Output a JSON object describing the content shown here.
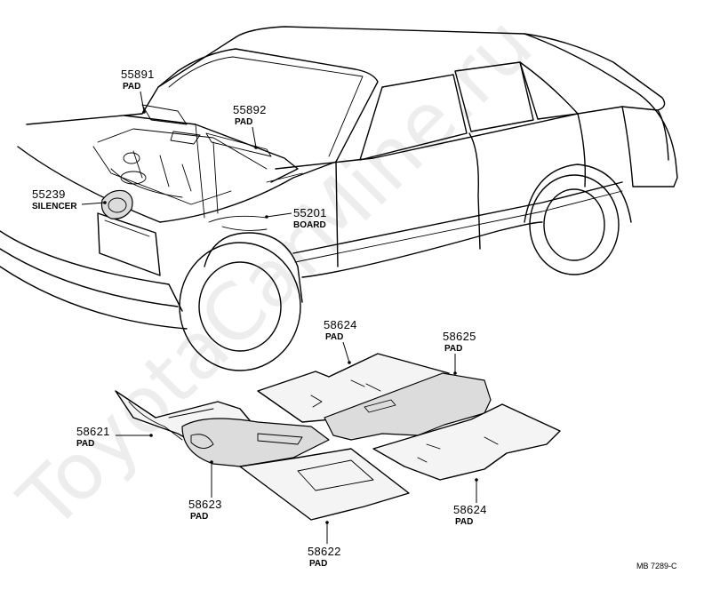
{
  "watermark": "ToyotaCarMine.ru",
  "reference_code": "MB 7289-C",
  "callouts": [
    {
      "id": "55891",
      "part_number": "55891",
      "name": "PAD"
    },
    {
      "id": "55892",
      "part_number": "55892",
      "name": "PAD"
    },
    {
      "id": "55239",
      "part_number": "55239",
      "name": "SILENCER"
    },
    {
      "id": "55201",
      "part_number": "55201",
      "name": "BOARD"
    },
    {
      "id": "58624a",
      "part_number": "58624",
      "name": "PAD"
    },
    {
      "id": "58625",
      "part_number": "58625",
      "name": "PAD"
    },
    {
      "id": "58621",
      "part_number": "58621",
      "name": "PAD"
    },
    {
      "id": "58623",
      "part_number": "58623",
      "name": "PAD"
    },
    {
      "id": "58624b",
      "part_number": "58624",
      "name": "PAD"
    },
    {
      "id": "58622",
      "part_number": "58622",
      "name": "PAD"
    }
  ]
}
